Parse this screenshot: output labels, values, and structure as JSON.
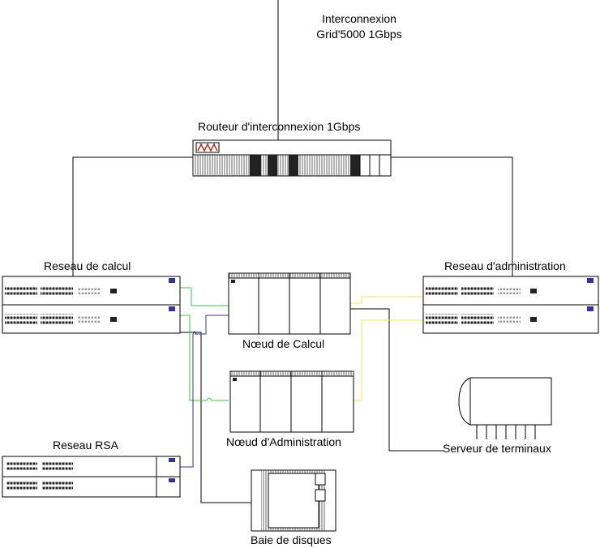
{
  "labels": {
    "interconnect_line1": "Interconnexion",
    "interconnect_line2": "Grid'5000 1Gbps",
    "router": "Routeur d'interconnexion 1Gbps",
    "calc_network": "Reseau de calcul",
    "admin_network": "Reseau d'administration",
    "calc_node": "Nœud de Calcul",
    "admin_node": "Nœud d'Administration",
    "rsa_network": "Reseau RSA",
    "terminal_server": "Serveur de terminaux",
    "disk_array": "Baie de disques"
  },
  "colors": {
    "line": "#000000",
    "green_link": "#33cc33",
    "yellow_link": "#eeee44",
    "blue_link": "#333399",
    "router_logo": "#cc2222",
    "port_dark": "#222222"
  },
  "icons": {
    "router": "router-icon",
    "switch": "switch-icon",
    "server_rack": "server-rack-icon",
    "terminal_server": "terminal-server-icon",
    "disk_array": "disk-array-icon"
  }
}
